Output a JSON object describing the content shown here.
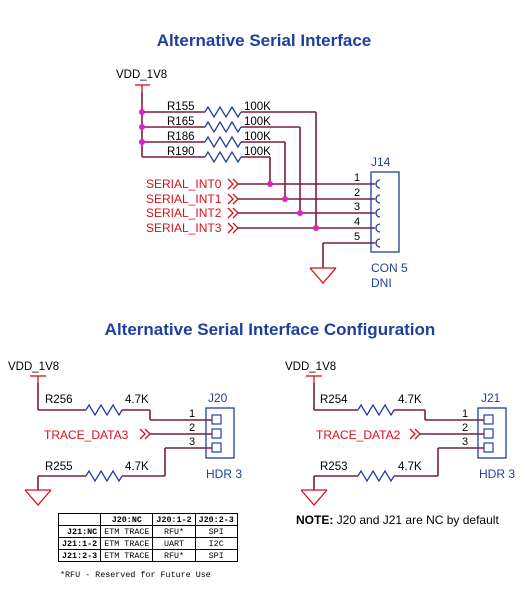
{
  "titles": {
    "top": "Alternative Serial Interface",
    "bottom": "Alternative Serial Interface Configuration"
  },
  "top": {
    "vdd": "VDD_1V8",
    "resistors": [
      {
        "ref": "R155",
        "value": "100K"
      },
      {
        "ref": "R165",
        "value": "100K"
      },
      {
        "ref": "R186",
        "value": "100K"
      },
      {
        "ref": "R190",
        "value": "100K"
      }
    ],
    "signals": [
      "SERIAL_INT0",
      "SERIAL_INT1",
      "SERIAL_INT2",
      "SERIAL_INT3"
    ],
    "connector": {
      "ref": "J14",
      "type": "CON 5",
      "note": "DNI",
      "pins": [
        "1",
        "2",
        "3",
        "4",
        "5"
      ]
    }
  },
  "left": {
    "vdd": "VDD_1V8",
    "r_top": {
      "ref": "R256",
      "value": "4.7K"
    },
    "r_bot": {
      "ref": "R255",
      "value": "4.7K"
    },
    "signal": "TRACE_DATA3",
    "header": {
      "ref": "J20",
      "type": "HDR 3",
      "pins": [
        "1",
        "2",
        "3"
      ]
    }
  },
  "right": {
    "vdd": "VDD_1V8",
    "r_top": {
      "ref": "R254",
      "value": "4.7K"
    },
    "r_bot": {
      "ref": "R253",
      "value": "4.7K"
    },
    "signal": "TRACE_DATA2",
    "header": {
      "ref": "J21",
      "type": "HDR 3",
      "pins": [
        "1",
        "2",
        "3"
      ]
    }
  },
  "note": {
    "bold": "NOTE:",
    "text": " J20 and J21 are NC by default"
  },
  "table": {
    "headers": [
      "",
      "J20:NC",
      "J20:1-2",
      "J20:2-3"
    ],
    "rows": [
      [
        "J21:NC",
        "ETM TRACE",
        "RFU*",
        "SPI"
      ],
      [
        "J21:1-2",
        "ETM TRACE",
        "UART",
        "I2C"
      ],
      [
        "J21:2-3",
        "ETM TRACE",
        "RFU*",
        "SPI"
      ]
    ],
    "footnote": "*RFU - Reserved for Future Use"
  }
}
